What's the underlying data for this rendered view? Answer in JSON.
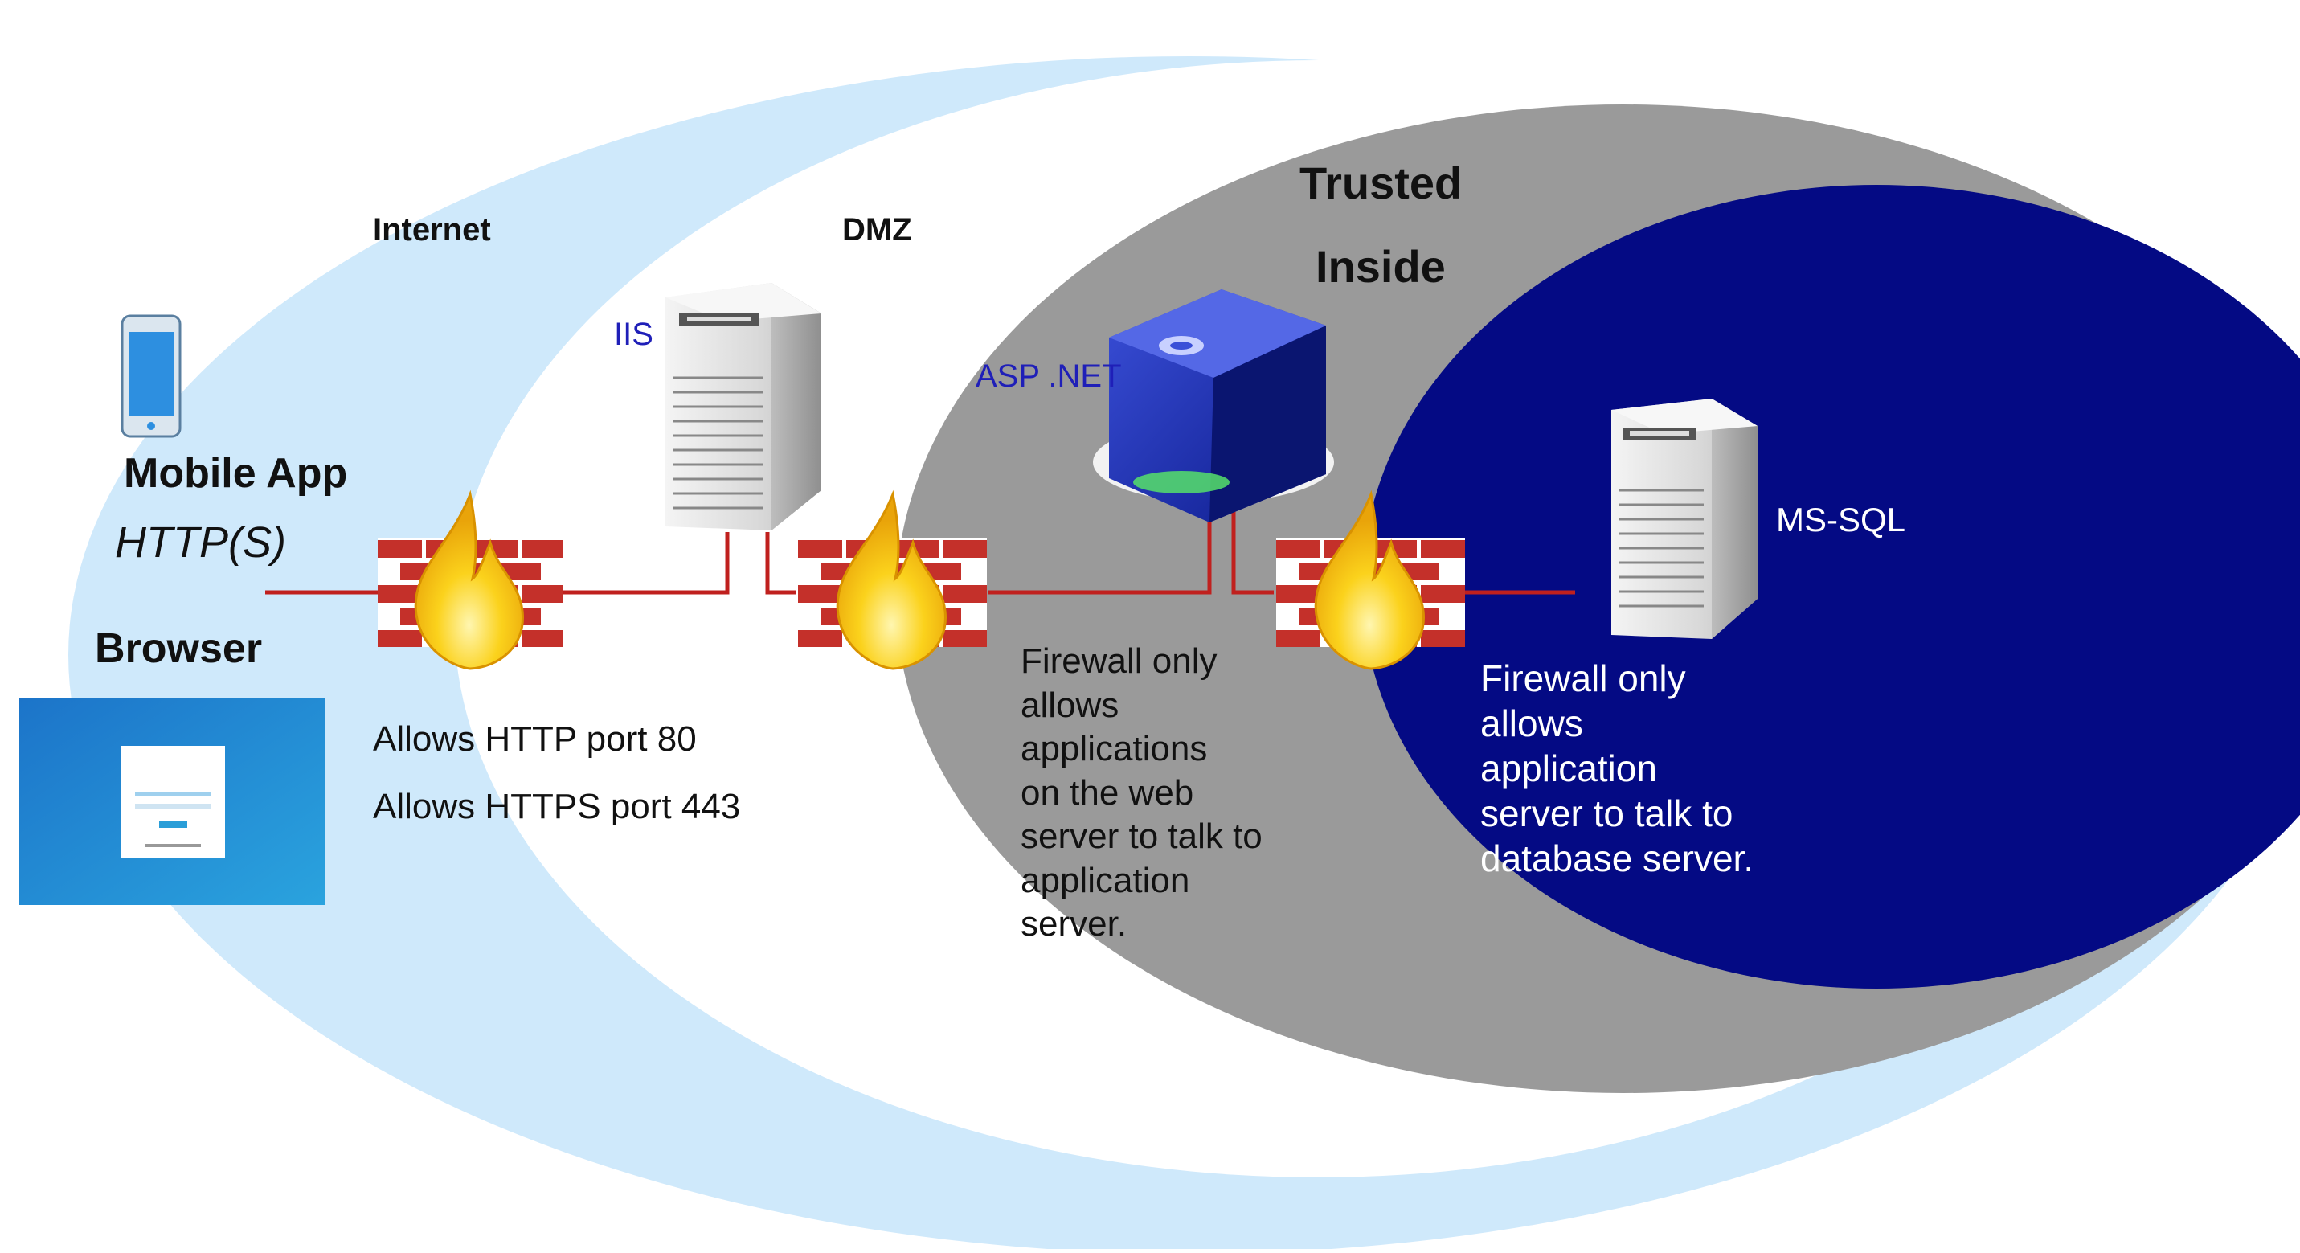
{
  "zones": {
    "internet": "Internet",
    "dmz": "DMZ",
    "trusted": "Trusted",
    "inside": "Inside"
  },
  "clients": {
    "mobile_label": "Mobile App",
    "protocol": "HTTP(S)",
    "browser_label": "Browser"
  },
  "servers": {
    "web": "IIS",
    "app": "ASP .NET",
    "db": "MS-SQL"
  },
  "notes": {
    "internet_firewall": [
      "Allows HTTP port 80",
      "Allows HTTPS port 443"
    ],
    "dmz_firewall": [
      "Firewall only",
      "allows",
      "applications",
      "on the web",
      "server to talk to",
      "application",
      "server."
    ],
    "inside_firewall": [
      "Firewall only",
      "allows",
      "application",
      "server to talk to",
      "database server."
    ]
  },
  "colors": {
    "outer_ring": "#cfe9fb",
    "trusted_zone": "#9a9a9a",
    "inside_zone": "#040a84",
    "connection_line": "#c0201e",
    "brick": "#c4302a",
    "flame": "#f7c10e"
  }
}
